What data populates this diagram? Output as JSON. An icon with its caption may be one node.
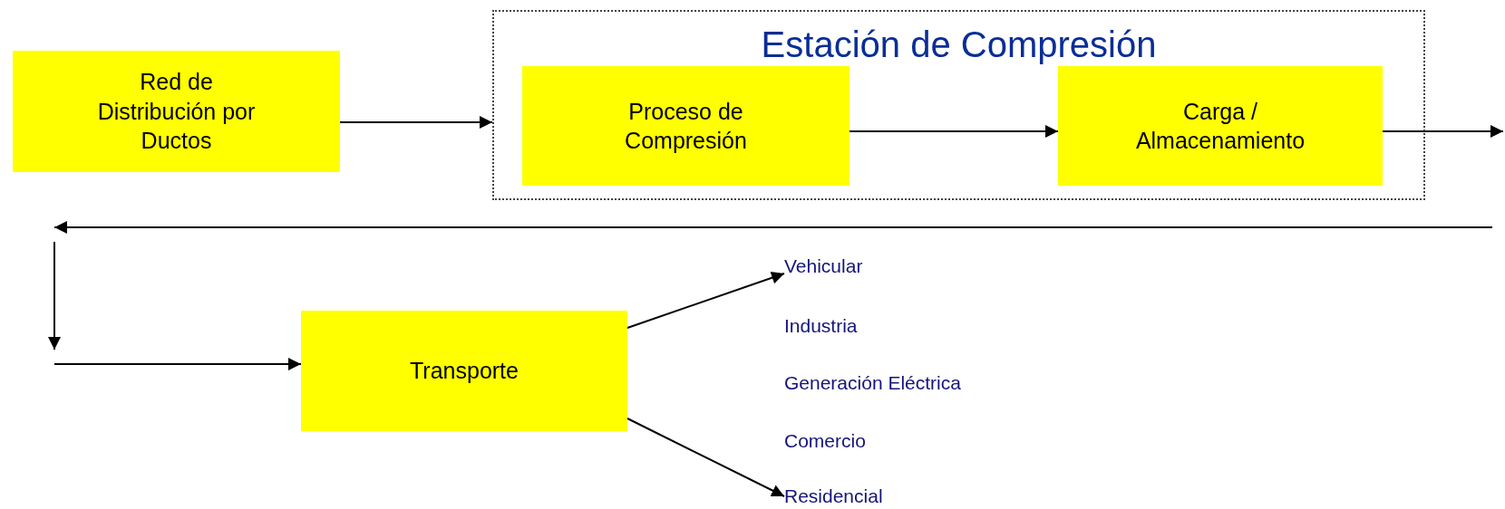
{
  "diagram": {
    "nodes": [
      {
        "text": [
          "Red de Distribución por Ductos"
        ]
      },
      {
        "text": [
          "Estación de Compresión"
        ]
      },
      {
        "text": [
          "Proceso de Compresión"
        ],
        "in": 1
      },
      {
        "text": [
          "Carga / Almacenamiento"
        ],
        "in": 1
      },
      {
        "text": [
          "Transporte"
        ]
      },
      {
        "text": [
          "Vehicular"
        ]
      },
      {
        "text": [
          "Residencial"
        ]
      }
    ],
    "edges": [
      {
        "from": 0,
        "to": 1,
        "arrow": "to"
      },
      {
        "from": 2,
        "to": 3,
        "arrow": "to"
      },
      {
        "from": 3,
        "to": null,
        "arrow": "to"
      },
      {
        "from": null,
        "to": 4,
        "arrow": "to"
      },
      {
        "from": 4,
        "to": 5,
        "arrow": "to"
      },
      {
        "from": 4,
        "to": 6,
        "arrow": "to"
      }
    ],
    "labels": [
      "Industria",
      "Generación Eléctrica",
      "Comercio"
    ]
  }
}
